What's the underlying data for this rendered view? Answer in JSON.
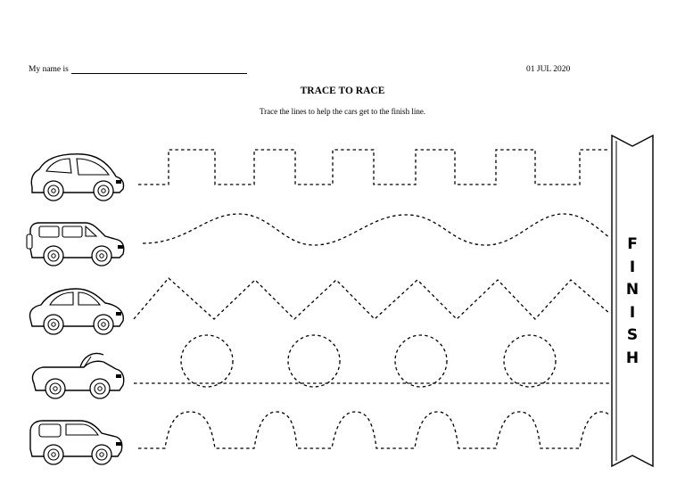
{
  "header": {
    "name_label": "My name is",
    "date": "01 JUL 2020"
  },
  "worksheet": {
    "title": "TRACE TO RACE",
    "instructions": "Trace the lines to help the cars get to the finish line.",
    "finish_letters": [
      "F",
      "I",
      "N",
      "I",
      "S",
      "H"
    ],
    "tracks": [
      {
        "pattern": "square-wave",
        "car": "hatchback-car-icon"
      },
      {
        "pattern": "sine-wave",
        "car": "suv-car-icon"
      },
      {
        "pattern": "zigzag",
        "car": "sedan-car-icon"
      },
      {
        "pattern": "circles-on-line",
        "car": "convertible-car-icon"
      },
      {
        "pattern": "arches",
        "car": "compact-car-icon"
      }
    ]
  }
}
